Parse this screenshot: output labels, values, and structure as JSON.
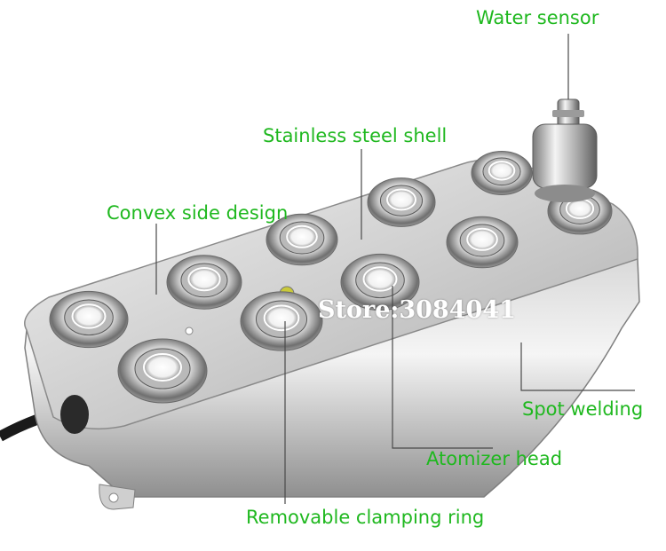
{
  "labels": {
    "water_sensor": "Water sensor",
    "stainless_shell": "Stainless steel shell",
    "convex_side": "Convex side design",
    "spot_welding": "Spot welding",
    "atomizer_head": "Atomizer head",
    "clamping_ring": "Removable clamping ring"
  },
  "watermark": "Store:3084041",
  "colors": {
    "label_text": "#1fb81f",
    "leader_line": "#4a4a4a",
    "steel_light": "#e9e9e9",
    "steel_dark": "#8a8a8a",
    "cable": "#1a1a1a",
    "lens_ring": "#ffffff"
  }
}
